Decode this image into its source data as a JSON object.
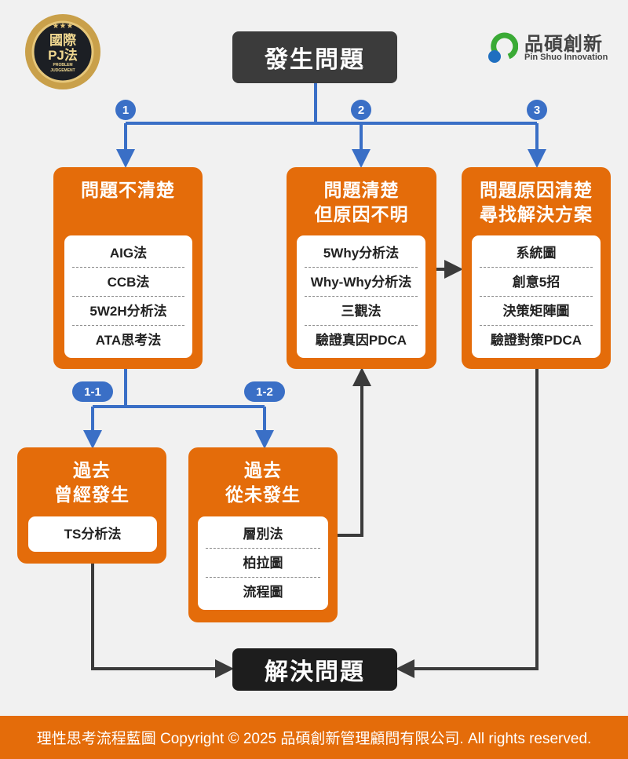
{
  "badge": {
    "line1": "國際",
    "line2": "PJ法",
    "sub": "PROBLEM JUDGEMENT"
  },
  "logo": {
    "name": "品碩創新",
    "en": "Pin Shuo Innovation",
    "green": "#3aaa35",
    "blue": "#1f6fc0"
  },
  "start": "發生問題",
  "end": "解決問題",
  "steps": {
    "s1": "1",
    "s2": "2",
    "s3": "3",
    "s11": "1-1",
    "s12": "1-2"
  },
  "boxes": {
    "unclear": {
      "title": [
        "問題不清楚"
      ],
      "items": [
        "AIG法",
        "CCB法",
        "5W2H分析法",
        "ATA思考法"
      ]
    },
    "clear": {
      "title": [
        "問題清楚",
        "但原因不明"
      ],
      "items": [
        "5Why分析法",
        "Why-Why分析法",
        "三觀法",
        "驗證真因PDCA"
      ]
    },
    "cause": {
      "title": [
        "問題原因清楚",
        "尋找解決方案"
      ],
      "items": [
        "系統圖",
        "創意5招",
        "決策矩陣圖",
        "驗證對策PDCA"
      ]
    },
    "past": {
      "title": [
        "過去",
        "曾經發生"
      ],
      "items": [
        "TS分析法"
      ]
    },
    "never": {
      "title": [
        "過去",
        "從未發生"
      ],
      "items": [
        "層別法",
        "柏拉圖",
        "流程圖"
      ]
    }
  },
  "footer": "理性思考流程藍圖 Copyright © 2025 品碩創新管理顧問有限公司. All rights reserved.",
  "colors": {
    "orange": "#e46c0a",
    "blue": "#3a6fc6",
    "dark": "#3b3b3b"
  }
}
